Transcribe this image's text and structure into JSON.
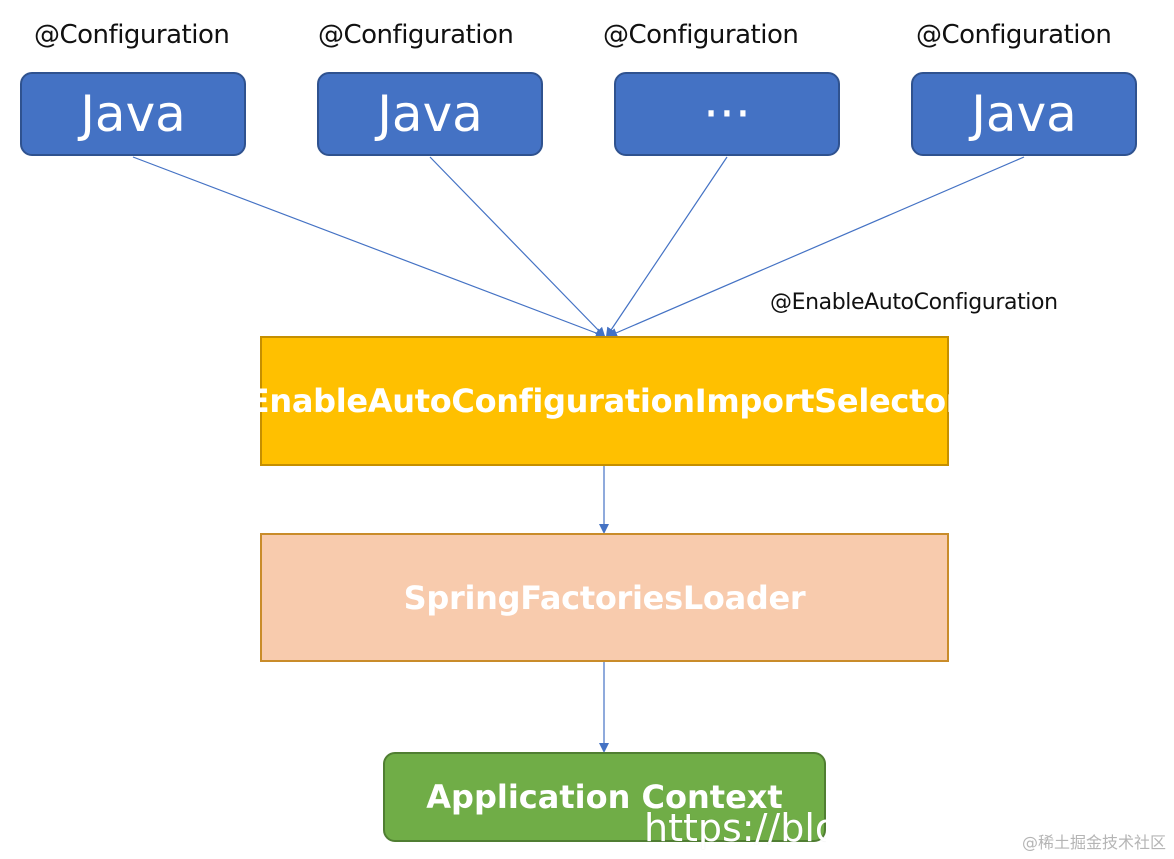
{
  "top_nodes": [
    {
      "annotation": "@Configuration",
      "label": "Java"
    },
    {
      "annotation": "@Configuration",
      "label": "Java"
    },
    {
      "annotation": "@Configuration",
      "label": "···"
    },
    {
      "annotation": "@Configuration",
      "label": "Java"
    }
  ],
  "enable_annotation": "@EnableAutoConfiguration",
  "selector": {
    "label": "EnableAutoConfigurationImportSelector"
  },
  "loader": {
    "label": "SpringFactoriesLoader"
  },
  "context": {
    "label": "Application Context"
  },
  "url_overlay": "https://blog",
  "watermark": "@稀土掘金技术社区",
  "colors": {
    "java_fill": "#4472c4",
    "selector_fill": "#ffc000",
    "loader_fill": "#f8cbad",
    "context_fill": "#70ad47",
    "arrow": "#4472c4"
  }
}
